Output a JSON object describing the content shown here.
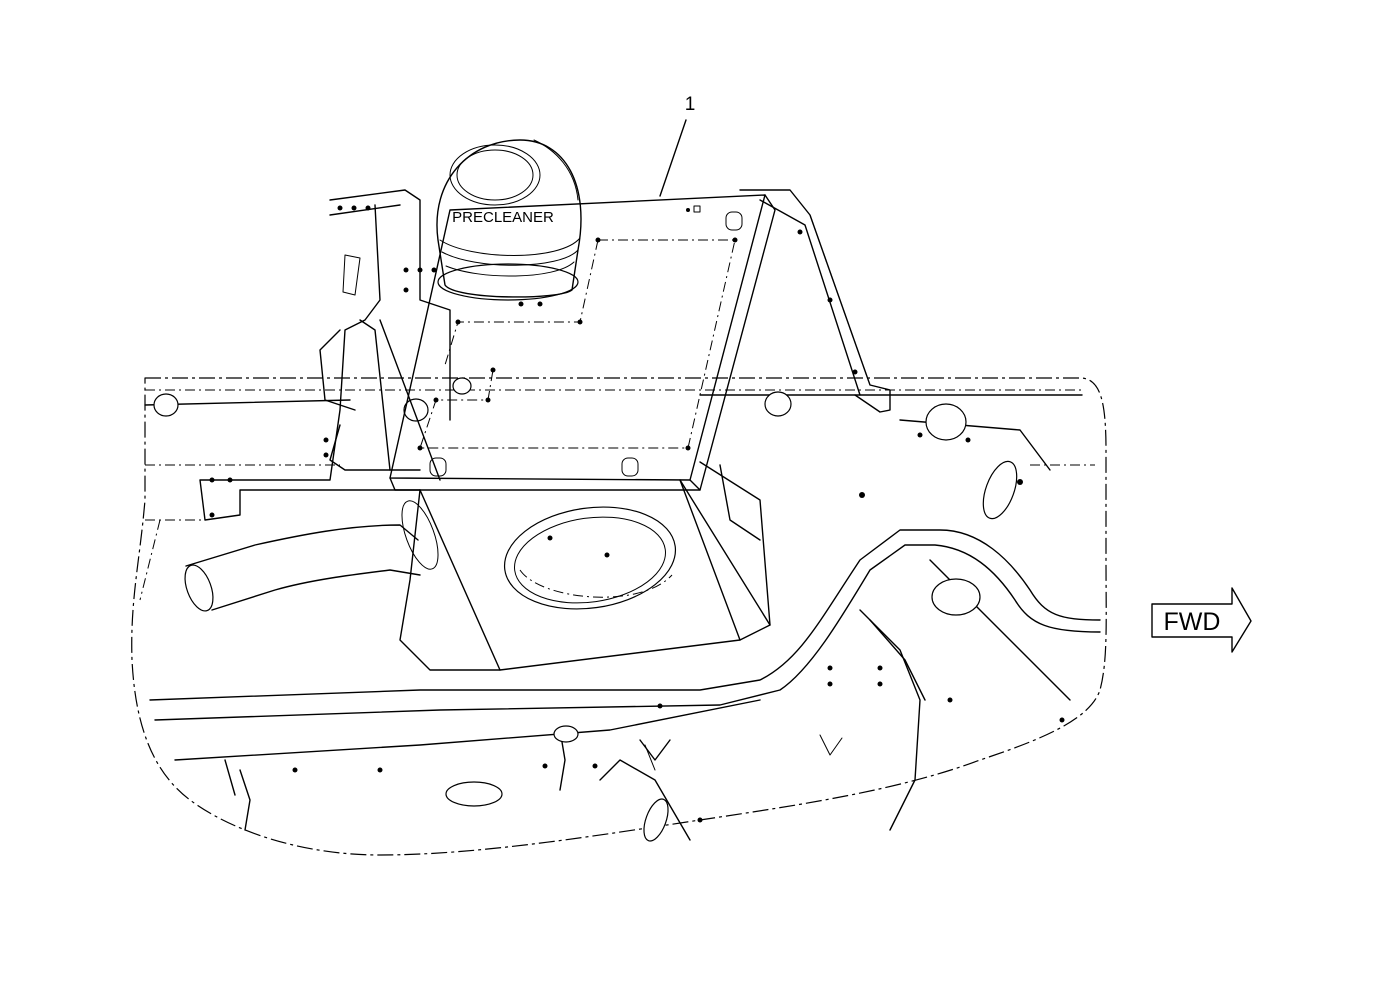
{
  "labels": {
    "callout": "1",
    "precleaner": "PRECLEANER",
    "forward": "FWD"
  },
  "icons": {
    "forward_arrow": "fwd-arrow-icon"
  },
  "colors": {
    "line": "#000000",
    "background": "#ffffff"
  }
}
